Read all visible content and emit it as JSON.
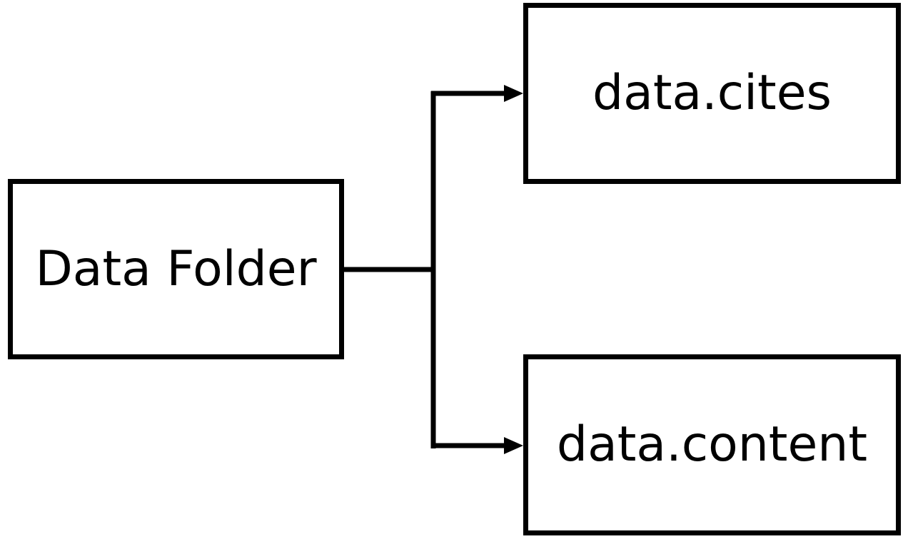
{
  "diagram": {
    "nodes": {
      "source": {
        "label": "Data Folder"
      },
      "top": {
        "label": "data.cites"
      },
      "bottom": {
        "label": "data.content"
      }
    },
    "edges": [
      {
        "from": "source",
        "to": "top"
      },
      {
        "from": "source",
        "to": "bottom"
      }
    ],
    "colors": {
      "stroke": "#000000",
      "background": "#ffffff"
    }
  }
}
